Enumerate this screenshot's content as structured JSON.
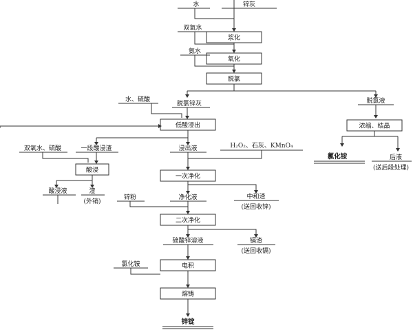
{
  "inputs": {
    "water": "水",
    "zinc_ash": "锌灰",
    "hydrogen_peroxide": "双氧水",
    "ammonia_water": "氨水",
    "water_sulfuric_acid": "水、硫酸",
    "peroxide_sulfuric": "双氧水、硫酸",
    "purification_reagents": "H₂O₂、石灰、KMnO₄",
    "zinc_powder": "锌粉",
    "ammonium_chloride": "氯化铵"
  },
  "processes": {
    "slurrying": "浆化",
    "oxidation": "氧化",
    "dechlorination": "脱氯",
    "low_acid_leach": "低酸浸出",
    "concentrate_crystallize": "浓缩、结晶",
    "acid_leach": "酸浸",
    "first_purification": "一次净化",
    "second_purification": "二次净化",
    "electrowinning": "电积",
    "casting": "熔铸"
  },
  "streams": {
    "dechlorinated_zinc_ash": "脱氯锌灰",
    "dechlorination_liquor": "脱氯液",
    "first_leach_residue": "一段酸浸渣",
    "leach_solution": "浸出液",
    "acid_leach_liquor": "酸浸液",
    "residue": "渣",
    "residue_note": "(外销)",
    "neutralization_residue": "中和渣",
    "neutralization_residue_note": "(送回收锌)",
    "purified_solution": "净化液",
    "zinc_sulfate_solution": "硫酸锌溶液",
    "cadmium_residue": "镉渣",
    "cadmium_residue_note": "(送回收镉)",
    "mother_liquor": "后液",
    "mother_liquor_note": "(送后段处理)"
  },
  "products": {
    "ammonium_chloride_product": "氯化铵",
    "zinc_ingot": "锌锭"
  }
}
